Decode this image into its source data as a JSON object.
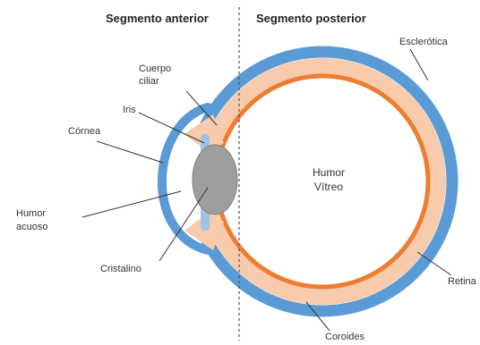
{
  "headers": {
    "anterior": "Segmento anterior",
    "posterior": "Segmento posterior"
  },
  "labels": {
    "esclerotica": "Esclerótica",
    "cuerpo_ciliar_1": "Cuerpo",
    "cuerpo_ciliar_2": "ciliar",
    "iris": "Iris",
    "cornea": "Córnea",
    "humor_acuoso_1": "Humor",
    "humor_acuoso_2": "acuoso",
    "cristalino": "Cristalino",
    "humor_vitreo_1": "Humor",
    "humor_vitreo_2": "Vítreo",
    "retina": "Retina",
    "coroides": "Coroides"
  },
  "colors": {
    "sclera": "#5b9bd5",
    "choroid": "#f8cbad",
    "retina": "#ed7d31",
    "lens": "#9e9e9e",
    "iris": "#9dc3e6",
    "divider": "#555555"
  }
}
